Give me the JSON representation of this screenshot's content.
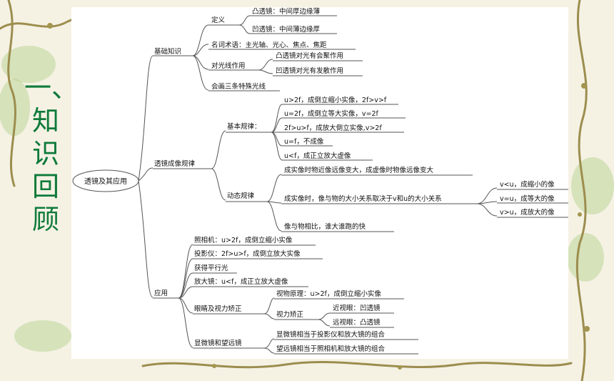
{
  "side_title": [
    "一、",
    "知",
    "识",
    "回",
    "顾"
  ],
  "mindmap": {
    "root": "透镜及其应用",
    "basics": {
      "label": "基础知识",
      "definition": {
        "label": "定义",
        "items": [
          "凸透镜：中间厚边缘薄",
          "凹透镜：中间薄边缘厚"
        ]
      },
      "terms": "名词术语：主光轴、光心、焦点、焦距",
      "light": {
        "label": "对光线作用",
        "items": [
          "凸透镜对光有会聚作用",
          "凹透镜对光有发散作用"
        ]
      },
      "rays": "会画三条特殊光线"
    },
    "imaging": {
      "label": "透镜成像规律",
      "basic": {
        "label": "基本规律：",
        "items": [
          "u>2f，成倒立缩小实像，2f>v>f",
          "u=2f，成倒立等大实像，v=2f",
          "2f>u>f，成放大倒立实像,v>2f",
          "u=f，不成像",
          "u<f，成正立放大虚像"
        ]
      },
      "dynamic": {
        "label": "动态规律",
        "items": [
          "成实像时物近像远像变大，成虚像时物像远像变大",
          "成实像时，像与物的大小关系取决于v和u的大小关系",
          "像与物相比，谁大谁跑的快"
        ],
        "relation": [
          "v<u，成缩小的像",
          "v=u，成等大的像",
          "v>u，成放大的像"
        ]
      }
    },
    "application": {
      "label": "应用",
      "camera": "照相机：u>2f，成倒立缩小实像",
      "projector": "投影仪：2f>u>f，成倒立放大实像",
      "parallel": "获得平行光",
      "magnifier": "放大镜：u<f，成正立放大虚像",
      "eye": {
        "label": "眼睛及视力矫正",
        "principle": "视物原理：u>2f，成倒立缩小实像",
        "correction": {
          "label": "视力矫正",
          "items": [
            "近视眼：凹透镜",
            "远视眼：凸透镜"
          ]
        }
      },
      "scope": {
        "label": "显微镜和望远镜",
        "items": [
          "显微镜相当于投影仪和放大镜的组合",
          "望远镜相当于照相机和放大镜的组合"
        ]
      }
    }
  },
  "colors": {
    "title": "#0e7a3a",
    "background": "#f5f2e4",
    "vine": "#9c8d4e"
  }
}
